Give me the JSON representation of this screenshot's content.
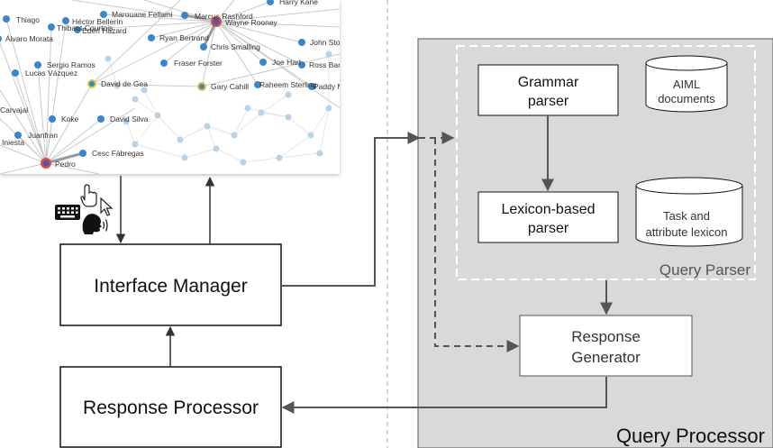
{
  "colors": {
    "background": "#ffffff",
    "query_processor_fill": "#d9d9d9",
    "box_stroke": "#111111",
    "arrow": "#555555",
    "node_blue": "#3a86c8",
    "node_faint": "#b6d3ea",
    "node_red": "#d94c4c",
    "node_yellow": "#d9c93a",
    "edge": "#c9c9c9"
  },
  "graph": {
    "labels": {
      "thiago": "Thiago",
      "hector_bellerin": "Héctor Bellerín",
      "thibaut_courtois": "Thibaut Courtois",
      "eden_hazard": "Eden Hazard",
      "marouane_fellaini": "Marouane Fellaini",
      "marcus_rashford": "Marcus Rashford",
      "wayne_rooney": "Wayne Rooney",
      "harry_kane": "Harry Kane",
      "alvaro_morata": "Álvaro Morata",
      "ryan_bertrand": "Ryan Bertrand",
      "chris_smalling": "Chris Smalling",
      "john_stones": "John Stones",
      "sergio_ramos": "Sergio Ramos",
      "fraser_forster": "Fraser Forster",
      "joe_hart": "Joe Hart",
      "ross_barkley": "Ross Barkley",
      "lucas_vazquez": "Lucas Vázquez",
      "david_de_gea": "David de Gea",
      "gary_cahill": "Gary Cahill",
      "raheem_sterling": "Raheem Sterling",
      "fabby_mcnair": "Paddy McNair",
      "cartra": "Carvajal",
      "koke": "Koke",
      "david_silva": "David Silva",
      "juanfran": "Juanfran",
      "que": "Iniesta",
      "cesc_fabregas": "Cesc Fàbregas",
      "pedro": "Pedro"
    }
  },
  "flow": {
    "interface_manager": "Interface Manager",
    "response_processor": "Response Processor"
  },
  "input_icons": {
    "keyboard": "keyboard-icon",
    "touch": "pointing-hand-icon",
    "cursor": "mouse-cursor-icon",
    "speech": "speaking-head-icon"
  },
  "query_processor": {
    "label": "Query Processor",
    "response_generator": [
      "Response",
      "Generator"
    ]
  },
  "query_parser": {
    "label": "Query Parser",
    "grammar_parser": [
      "Grammar",
      "parser"
    ],
    "lexicon_parser": [
      "Lexicon-based",
      "parser"
    ],
    "aiml_documents": [
      "AIML",
      "documents"
    ],
    "task_lexicon": [
      "Task and",
      "attribute lexicon"
    ]
  }
}
